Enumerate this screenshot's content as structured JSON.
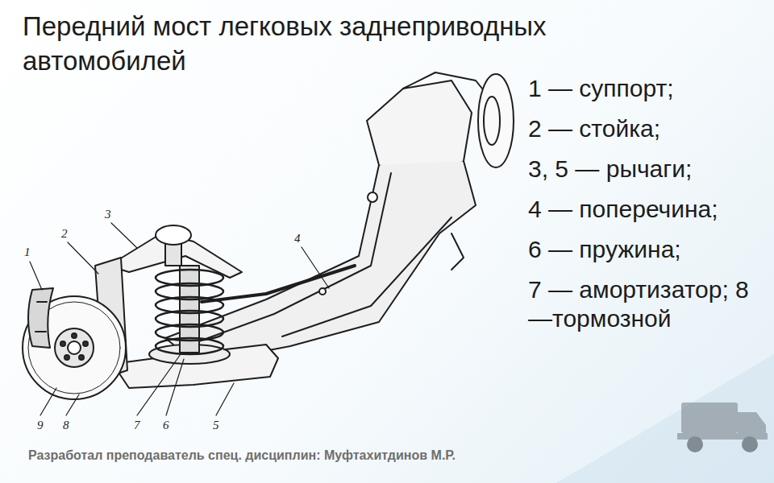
{
  "diagram": {
    "title": "Передний мост легковых заднеприводных автомобилей",
    "labels": [
      "1 — суппорт;",
      "2 — стойка;",
      "3, 5 — рычаги;",
      "4 — поперечина;",
      "6 — пружина;",
      "7 — амортизатор; 8 —тормозной",
      "1",
      "2",
      "3",
      "4",
      "5",
      "6",
      "7",
      "8",
      "9",
      "Разработал преподаватель спец. дисциплин: Муфтахитдинов М.Р."
    ]
  }
}
